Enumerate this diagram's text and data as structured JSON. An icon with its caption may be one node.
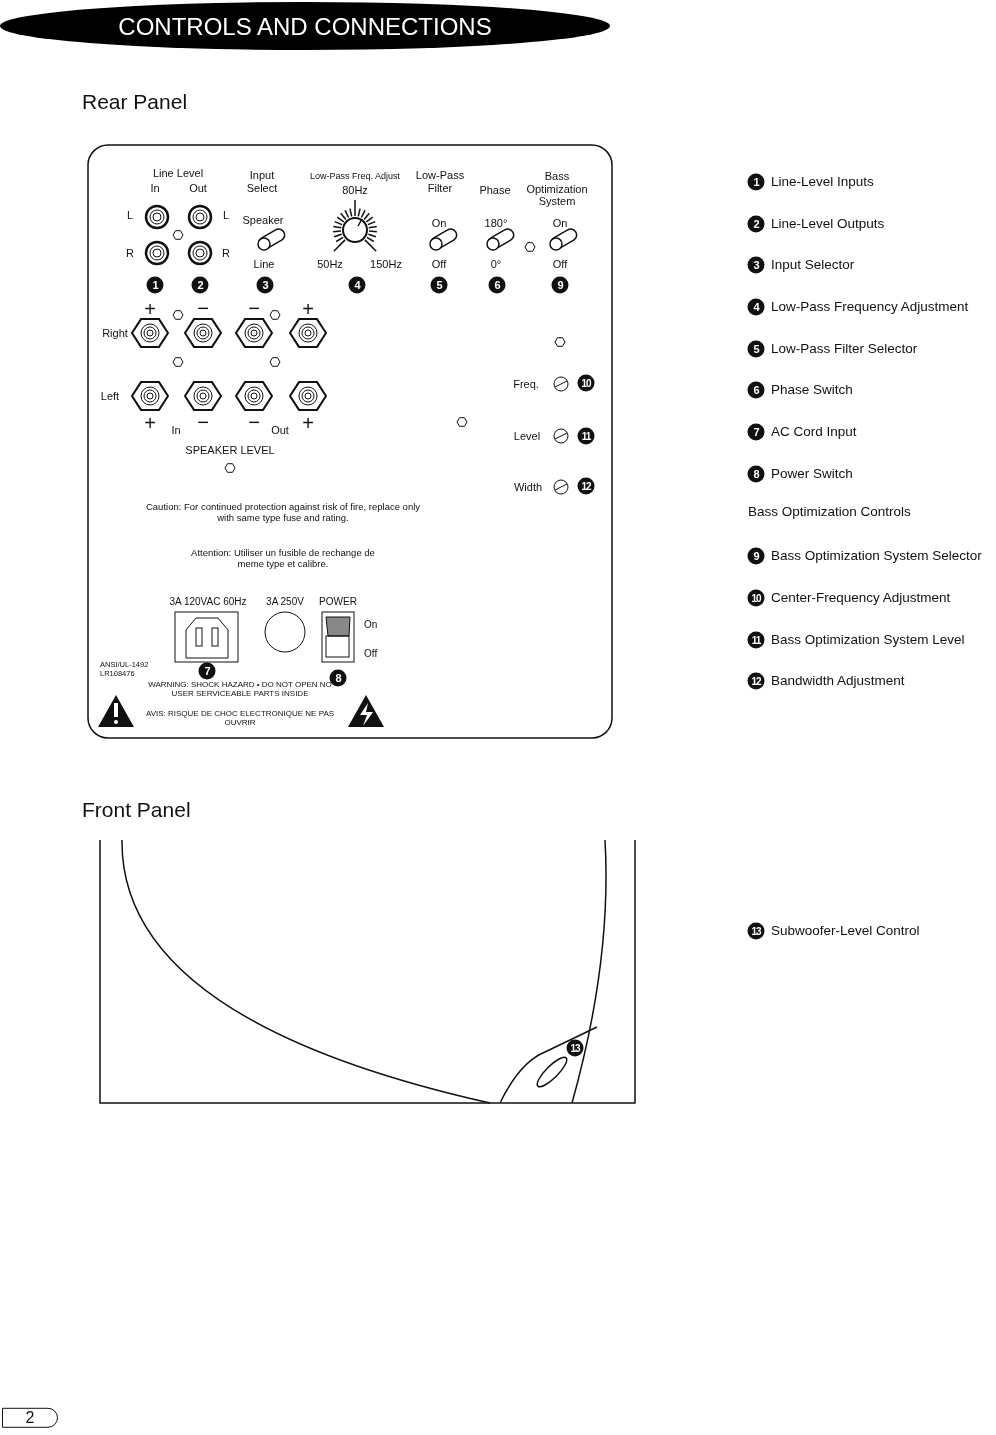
{
  "diagram": {
    "title": "CONTROLS AND CONNECTIONS",
    "labels": [
      "Rear Panel",
      "Line Level",
      "In",
      "Out",
      "Input Select",
      "Low-Pass Freq. Adjust",
      "80Hz",
      "Low-Pass Filter",
      "Phase",
      "Bass Optimization System",
      "L",
      "L",
      "Speaker",
      "On",
      "180°",
      "On",
      "R",
      "R",
      "Line",
      "50Hz",
      "150Hz",
      "Off",
      "0°",
      "Off",
      "1",
      "2",
      "3",
      "4",
      "5",
      "6",
      "9",
      "+",
      "−",
      "−",
      "+",
      "Right",
      "Left",
      "Freq.",
      "10",
      "+",
      "In",
      "−",
      "−",
      "Out",
      "+",
      "Level",
      "11",
      "SPEAKER LEVEL",
      "Width",
      "12",
      "Caution: For continued protection against risk of fire, replace only with same type fuse and rating.",
      "Attention: Utiliser un fusible de rechange de meme type et calibre.",
      "3A 120VAC 60Hz",
      "3A 250V",
      "POWER",
      "On",
      "Off",
      "ANSI/UL-1492 LR108476",
      "7",
      "8",
      "WARNING: SHOCK HAZARD • DO NOT OPEN NO USER SERVICEABLE PARTS INSIDE",
      "AVIS: RISQUE DE CHOC ELECTRONIQUE NE PAS OUVRIR",
      "1",
      "Line-Level Inputs",
      "2",
      "Line-Level Outputs",
      "3",
      "Input Selector",
      "4",
      "Low-Pass Frequency Adjustment",
      "5",
      "Low-Pass Filter Selector",
      "6",
      "Phase Switch",
      "7",
      "AC Cord Input",
      "8",
      "Power Switch",
      "Bass Optimization Controls",
      "9",
      "Bass Optimization System Selector",
      "10",
      "Center-Frequency Adjustment",
      "11",
      "Bass Optimization System Level",
      "12",
      "Bandwidth Adjustment",
      "Front Panel",
      "13",
      "13",
      "Subwoofer-Level Control",
      "2"
    ]
  }
}
